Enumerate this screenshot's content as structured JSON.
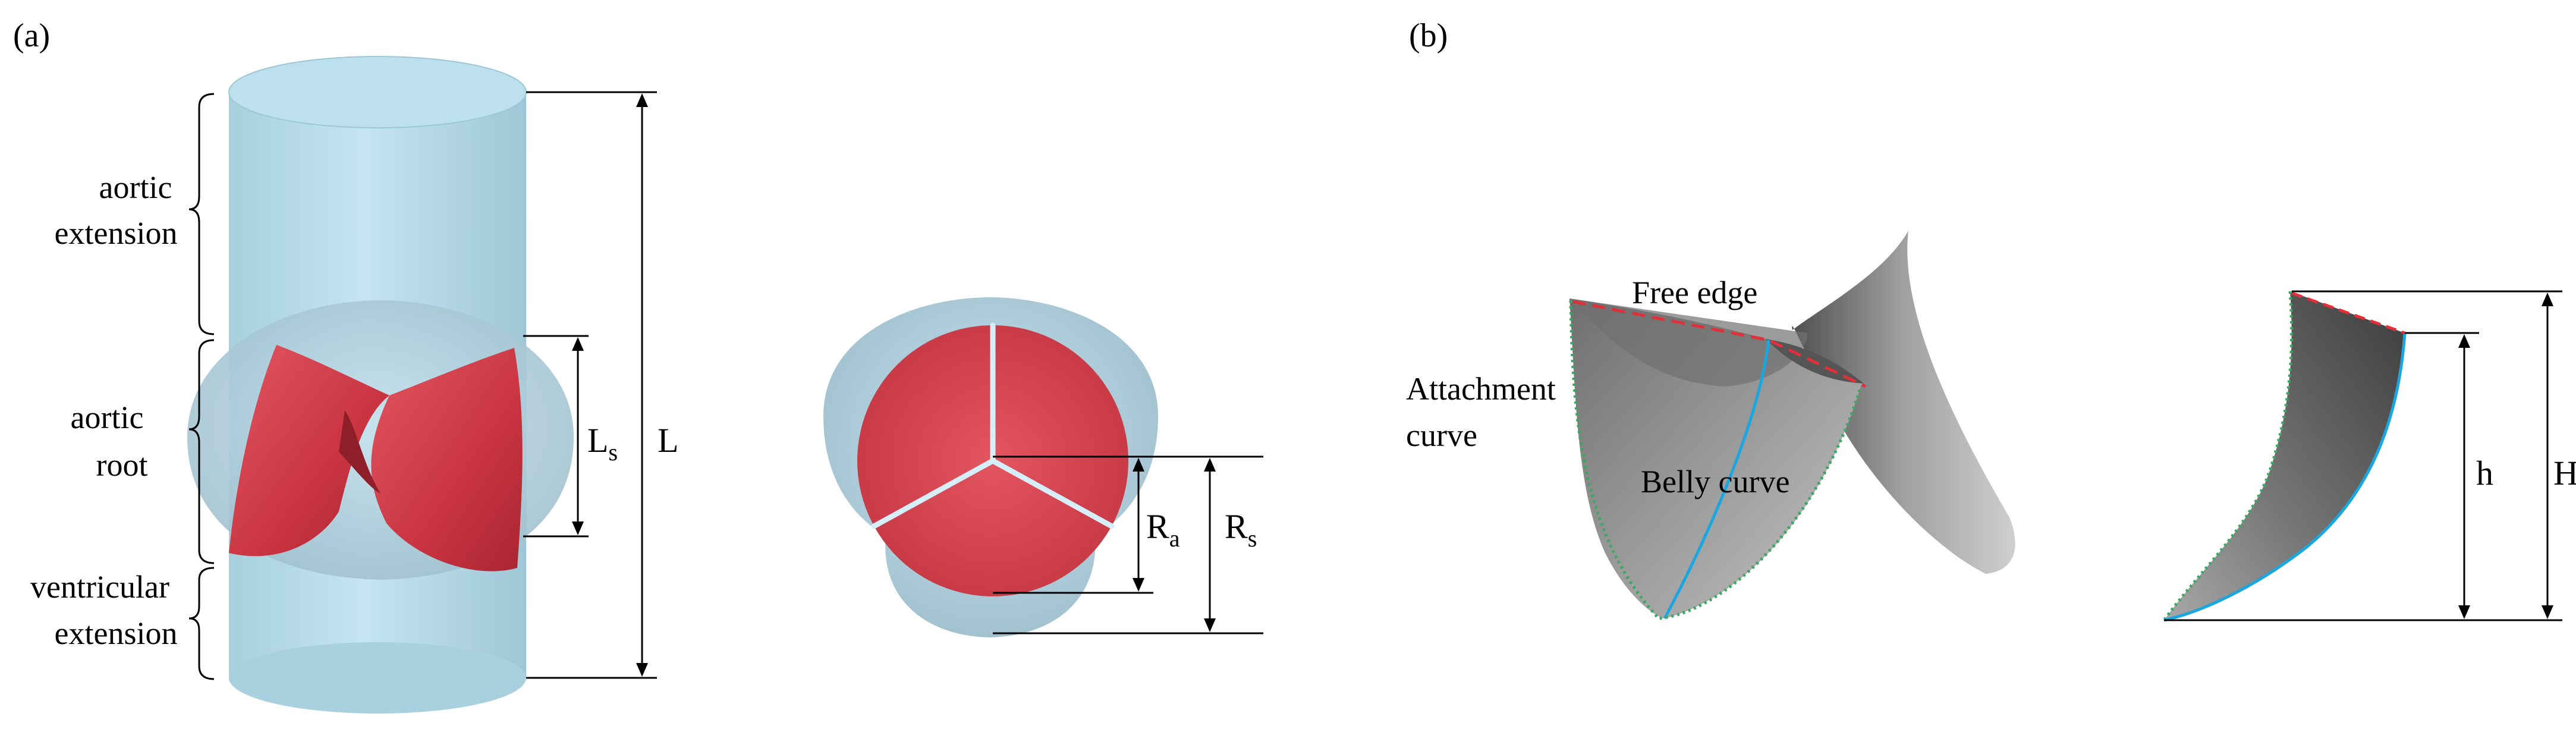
{
  "panel_a": {
    "tag": "(a)",
    "labels": {
      "aortic_extension_1": "aortic",
      "aortic_extension_2": "extension",
      "aortic_root_1": "aortic",
      "aortic_root_2": "root",
      "ventricular_extension_1": "ventricular",
      "ventricular_extension_2": "extension"
    },
    "dims": {
      "L": "L",
      "Ls_main": "L",
      "Ls_sub": "s",
      "Ra_main": "R",
      "Ra_sub": "a",
      "Rs_main": "R",
      "Rs_sub": "s"
    }
  },
  "panel_b": {
    "tag": "(b)",
    "labels": {
      "free_edge": "Free edge",
      "attachment_1": "Attachment",
      "attachment_2": "curve",
      "belly_curve": "Belly curve"
    },
    "dims": {
      "h": "h",
      "H": "H"
    }
  },
  "colors": {
    "cylinder": "#b8dcea",
    "leaflet_red": "#d8434e",
    "leaflet_grey": "#8a8a8a",
    "free_edge_line": "#e0303a",
    "belly_line": "#1aa7e0",
    "attachment_line": "#3aa860"
  }
}
